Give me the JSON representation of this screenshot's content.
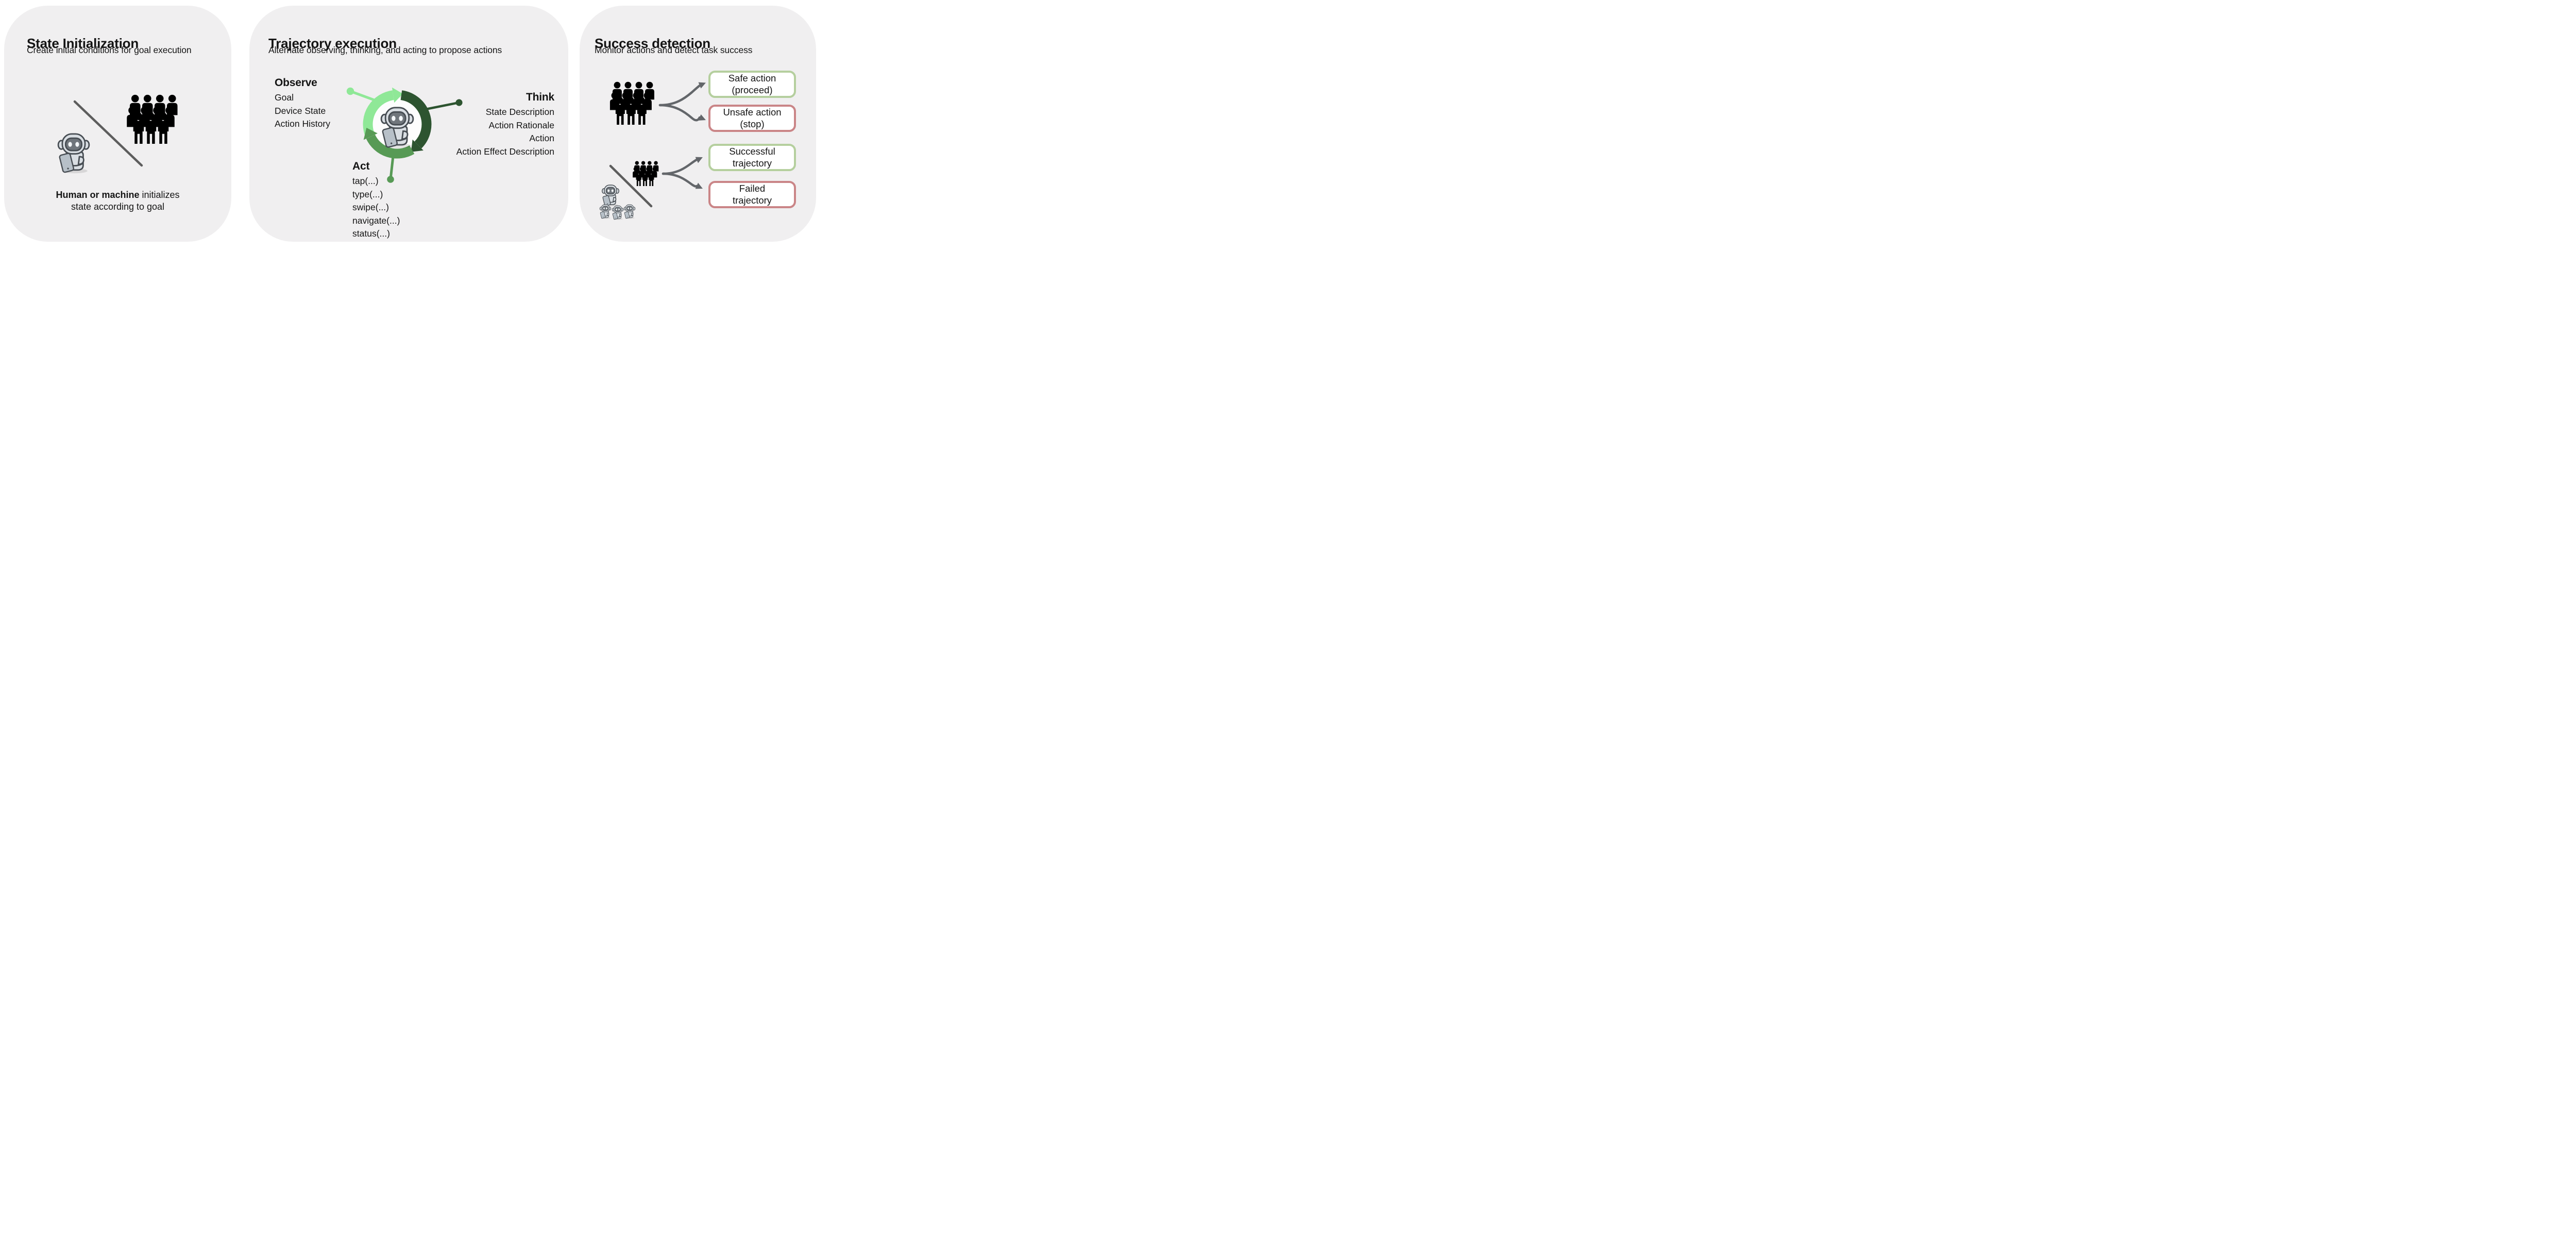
{
  "colors": {
    "canvas_bg": "#ffffff",
    "panel_bg": "#f0eff0",
    "text": "#141414",
    "light_green": "#8fe897",
    "mid_green": "#579a55",
    "dark_green": "#2d5430",
    "outcome_green": "#b5cf9e",
    "outcome_red": "#ca8587",
    "arrow_grey": "#63666a",
    "divider_grey": "#5d5d5d",
    "crowd_black": "#1e1e1c",
    "robot_body": "#d9dee3",
    "robot_outline": "#474d53",
    "robot_visor": "#70767c"
  },
  "panel1": {
    "title": "State Initialization",
    "subtitle": "Create initial conditions for goal execution",
    "caption_bold": "Human or machine",
    "caption_regular": " initializes",
    "caption_line2": "state according to goal"
  },
  "panel2": {
    "title": "Trajectory execution",
    "subtitle": "Alternate observing, thinking, and acting to propose actions",
    "observe": {
      "title": "Observe",
      "items": [
        "Goal",
        "Device State",
        "Action History"
      ]
    },
    "think": {
      "title": "Think",
      "items": [
        "State Description",
        "Action Rationale",
        "Action",
        "Action Effect Description"
      ]
    },
    "act": {
      "title": "Act",
      "items": [
        "tap(...)",
        "type(...)",
        "swipe(...)",
        "navigate(...)",
        "status(...)"
      ]
    }
  },
  "panel3": {
    "title": "Success detection",
    "subtitle": "Monitor actions and detect task success",
    "outcomes": [
      {
        "line1": "Safe action",
        "line2": "(proceed)",
        "type": "positive"
      },
      {
        "line1": "Unsafe action",
        "line2": "(stop)",
        "type": "negative"
      },
      {
        "line1": "Successful",
        "line2": "trajectory",
        "type": "positive"
      },
      {
        "line1": "Failed",
        "line2": "trajectory",
        "type": "negative"
      }
    ]
  },
  "icons": {
    "panel1": [
      "robot-tablet-icon",
      "divider-line",
      "crowd-icon"
    ],
    "panel2": [
      "observe-cycle-arc",
      "think-cycle-arc",
      "act-cycle-arc",
      "robot-tablet-icon"
    ],
    "panel3": [
      "crowd-icon",
      "branch-arrows-icon",
      "divider-line",
      "robot-group-icon",
      "crowd-icon-small",
      "branch-arrows-icon"
    ]
  }
}
